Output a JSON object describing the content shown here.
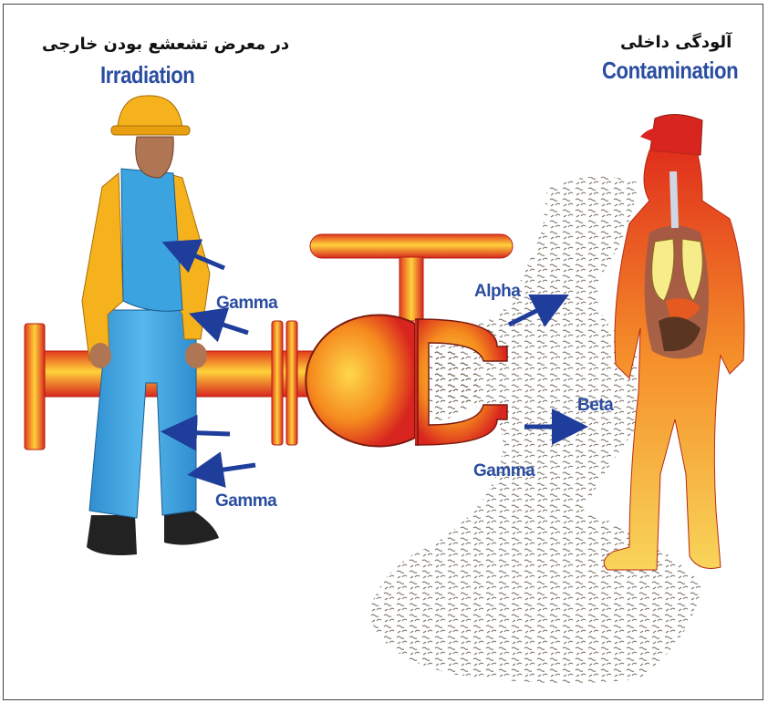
{
  "left": {
    "title_fa": "در معرض تشعشع بودن خارجی",
    "title_en": "Irradiation",
    "labels": [
      "Gamma",
      "Gamma"
    ]
  },
  "right": {
    "title_fa": "آلودگی داخلی",
    "title_en": "Contamination",
    "labels": [
      "Alpha",
      "Beta",
      "Gamma"
    ]
  },
  "colors": {
    "label_blue": "#2a4da0",
    "arrow_blue": "#1f3d9a",
    "pipe_orange": "#f28a1f",
    "pipe_red": "#d8251f",
    "jacket_yellow": "#f5b21c",
    "overall_blue": "#3aa3e0",
    "dust_gray": "#6e6656"
  }
}
